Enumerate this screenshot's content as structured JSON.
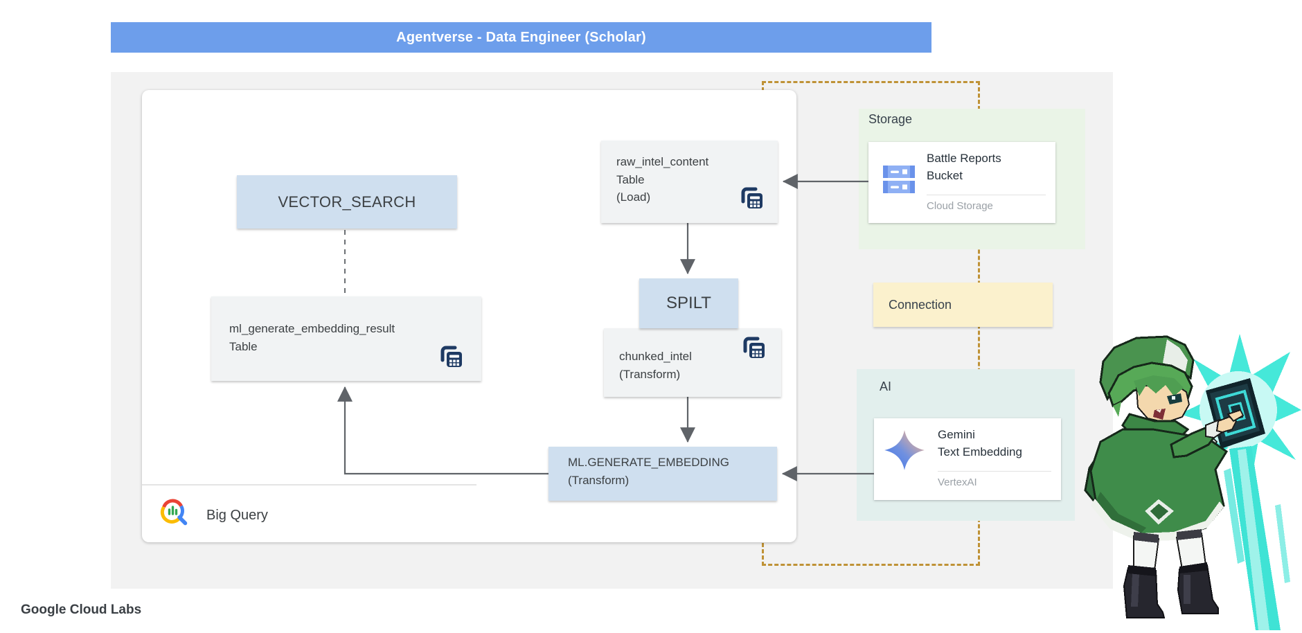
{
  "title_bar": {
    "title": "Agentverse - Data Engineer (Scholar)"
  },
  "brand": {
    "label": "Google Cloud Labs"
  },
  "bigquery": {
    "label": "Big Query",
    "nodes": {
      "vector_search": {
        "label": "VECTOR_SEARCH"
      },
      "ml_result": {
        "line1": "ml_generate_embedding_result",
        "line2": "Table"
      },
      "raw_intel": {
        "line1": "raw_intel_content",
        "line2": "Table",
        "line3": "(Load)"
      },
      "spilt": {
        "label": "SPILT"
      },
      "chunked_intel": {
        "line1": "chunked_intel",
        "line2": "(Transform)"
      },
      "ml_generate_embedding": {
        "line1": "ML.GENERATE_EMBEDDING",
        "line2": "(Transform)"
      }
    }
  },
  "storage_section": {
    "label": "Storage",
    "card": {
      "title_line1": "Battle Reports",
      "title_line2": "Bucket",
      "subtitle": "Cloud Storage",
      "icon": "cloud-storage-icon"
    }
  },
  "connection_section": {
    "label": "Connection"
  },
  "ai_section": {
    "label": "AI",
    "card": {
      "title_line1": "Gemini",
      "title_line2": "Text Embedding",
      "subtitle": "VertexAI",
      "icon": "gemini-icon"
    }
  },
  "icons": {
    "table": "bigquery-table-icon",
    "bigquery_logo": "bigquery-logo-icon"
  },
  "colors": {
    "header_blue": "#6d9eeb",
    "node_blue": "#cfdfef",
    "node_gray": "#f1f3f4",
    "canvas_gray": "#f2f2f2",
    "storage_green": "#eaf4e7",
    "connection_yellow": "#fbf1cd",
    "ai_teal": "#e2efed",
    "dashed_gold": "#bf9236",
    "arrow_gray": "#5f6368",
    "icon_navy": "#1e3a63",
    "subtitle_gray": "#9aa0a6",
    "energy_cyan": "#3fe3d5"
  }
}
